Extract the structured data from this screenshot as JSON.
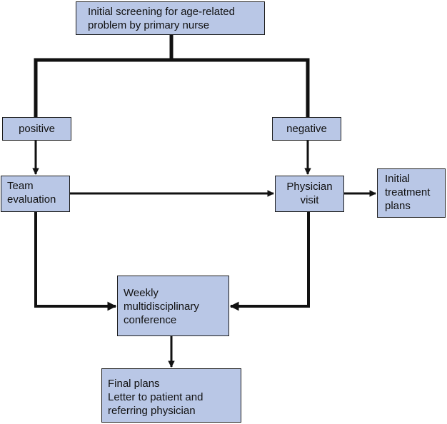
{
  "diagram": {
    "nodes": {
      "screening": {
        "lines": [
          "Initial screening for age-related",
          "problem by primary nurse"
        ]
      },
      "positive": {
        "lines": [
          "positive"
        ]
      },
      "negative": {
        "lines": [
          "negative"
        ]
      },
      "team": {
        "lines": [
          "Team",
          "evaluation"
        ]
      },
      "physician": {
        "lines": [
          "Physician",
          "visit"
        ]
      },
      "initial": {
        "lines": [
          "Initial",
          "treatment",
          "plans"
        ]
      },
      "weekly": {
        "lines": [
          "Weekly",
          "multidisciplinary",
          "conference"
        ]
      },
      "final": {
        "lines": [
          "Final plans",
          "Letter to patient and",
          "referring physician"
        ]
      }
    },
    "edges": [
      {
        "from": "screening",
        "to": "positive"
      },
      {
        "from": "screening",
        "to": "negative"
      },
      {
        "from": "positive",
        "to": "team"
      },
      {
        "from": "negative",
        "to": "physician"
      },
      {
        "from": "team",
        "to": "physician"
      },
      {
        "from": "physician",
        "to": "initial"
      },
      {
        "from": "team",
        "to": "weekly"
      },
      {
        "from": "physician",
        "to": "weekly"
      },
      {
        "from": "weekly",
        "to": "final"
      }
    ],
    "colors": {
      "box_fill": "#b9c7e6",
      "box_border": "#1c1c1c",
      "connector": "#111111",
      "text": "#111111"
    }
  }
}
